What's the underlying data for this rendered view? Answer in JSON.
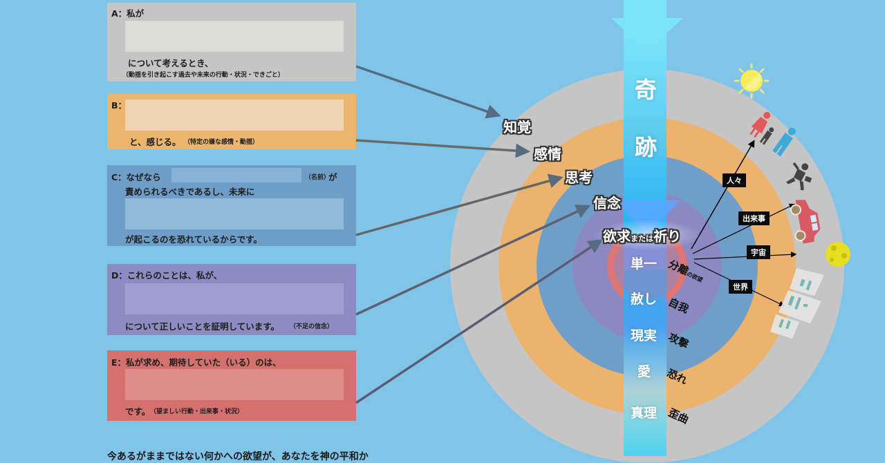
{
  "worksheet": {
    "card_a": {
      "prefix": "A：私が",
      "line": "について考えるとき、",
      "note": "（動揺を引き起こす過去や未来の行動・状況・できごと）",
      "blank_value": ""
    },
    "card_b": {
      "prefix": "B：",
      "line": "と、感じる。",
      "note": "（特定の嫌な感情・動揺）",
      "blank_value": ""
    },
    "card_c": {
      "prefix": "C：なぜなら",
      "name_note": "（名前）",
      "after_name": "が",
      "line2": "責められるべきであるし、未来に",
      "line3": "が起こるのを恐れているからです。",
      "name_value": "",
      "blank_value": ""
    },
    "card_d": {
      "prefix": "D：これらのことは、私が、",
      "line": "について正しいことを証明しています。",
      "note": "（不足の信念）",
      "blank_value": ""
    },
    "card_e": {
      "prefix": "E：私が求め、期待していた（いる）のは、",
      "line": "です。",
      "note": "（望ましい行動・出来事・状況）",
      "blank_value": ""
    }
  },
  "footer": {
    "text": "今あるがままではない何かへの欲望が、あなたを神の平和か"
  },
  "diagram": {
    "colors": {
      "background": "#80c4e9",
      "outer_ring": "#c5c5c5",
      "orange_ring": "#ebb36d",
      "blue_ring": "#6f9fc8",
      "purple_ring": "#8a89c2",
      "core": "#e57373",
      "beam": "#3fd2f5"
    },
    "beam_top": [
      "奇",
      "跡"
    ],
    "layer_labels": [
      "知覚",
      "感情",
      "思考",
      "信念"
    ],
    "center_label": {
      "main1": "欲求",
      "small": "または",
      "main2": "祈り"
    },
    "beam_words": [
      "単一",
      "赦し",
      "現実",
      "愛",
      "真理"
    ],
    "opposite_words": [
      "分離",
      "自我",
      "攻撃",
      "恐れ",
      "歪曲"
    ],
    "separation_suffix": "の欲望",
    "world_tags": [
      "人々",
      "出来事",
      "宇宙",
      "世界"
    ],
    "icons": [
      "sun-icon",
      "people-icon",
      "running-businessman-icon",
      "car-icon",
      "moon-icon",
      "buildings-icon"
    ]
  }
}
